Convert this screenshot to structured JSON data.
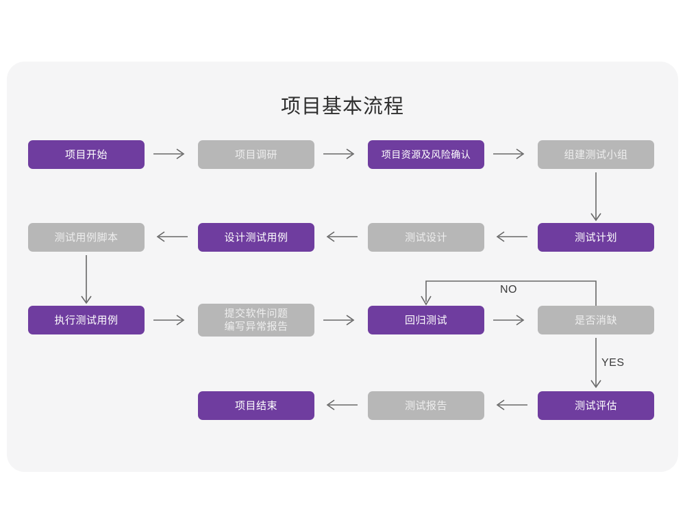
{
  "title": "项目基本流程",
  "theme": {
    "page_background": "#ffffff",
    "card_background": "#f5f5f6",
    "accent_purple": "#6f3d9f",
    "muted_gray": "#b7b7b7",
    "arrow_color": "#666666",
    "title_color": "#2f2f2f"
  },
  "nodes": [
    {
      "id": "n1",
      "label": "项目开始",
      "style": "purple"
    },
    {
      "id": "n2",
      "label": "项目调研",
      "style": "gray"
    },
    {
      "id": "n3",
      "label": "项目资源及风险确认",
      "style": "purple"
    },
    {
      "id": "n4",
      "label": "组建测试小组",
      "style": "gray"
    },
    {
      "id": "n5",
      "label": "测试用例脚本",
      "style": "gray"
    },
    {
      "id": "n6",
      "label": "设计测试用例",
      "style": "purple"
    },
    {
      "id": "n7",
      "label": "测试设计",
      "style": "gray"
    },
    {
      "id": "n8",
      "label": "测试计划",
      "style": "purple"
    },
    {
      "id": "n9",
      "label": "执行测试用例",
      "style": "purple"
    },
    {
      "id": "n10",
      "label": "提交软件问题\n编写异常报告",
      "style": "gray"
    },
    {
      "id": "n11",
      "label": "回归测试",
      "style": "purple"
    },
    {
      "id": "n12",
      "label": "是否消缺",
      "style": "gray"
    },
    {
      "id": "n13",
      "label": "项目结束",
      "style": "purple"
    },
    {
      "id": "n14",
      "label": "测试报告",
      "style": "gray"
    },
    {
      "id": "n15",
      "label": "测试评估",
      "style": "purple"
    }
  ],
  "edge_labels": {
    "no": "NO",
    "yes": "YES"
  }
}
